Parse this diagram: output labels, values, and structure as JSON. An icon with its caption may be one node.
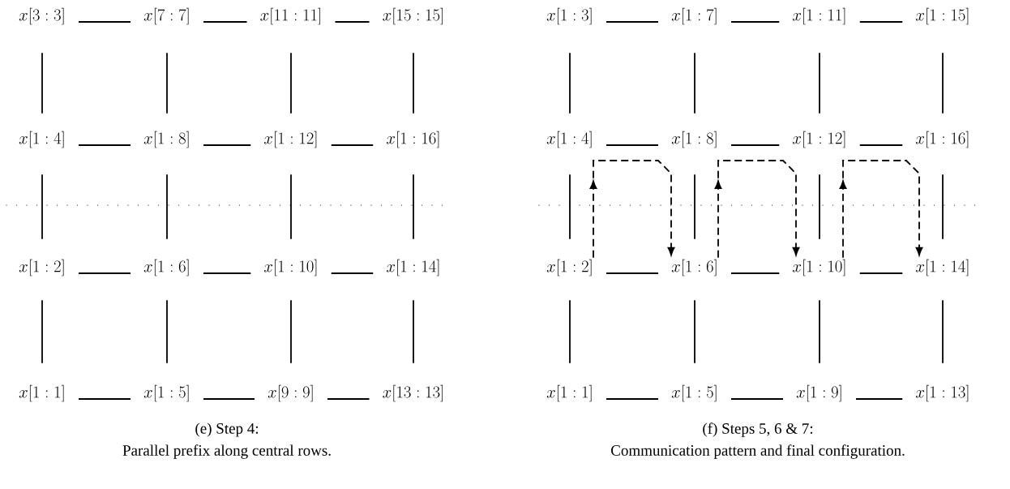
{
  "diagram": {
    "nodes": [
      {
        "text": [
          "x[3 : 3]"
        ]
      },
      {
        "text": [
          "x[7 : 7]"
        ]
      },
      {
        "text": [
          "x[11 : 11]"
        ]
      },
      {
        "text": [
          "x[15 : 15]"
        ]
      },
      {
        "text": [
          "x[1 : 4]"
        ]
      },
      {
        "text": [
          "x[1 : 8]"
        ]
      },
      {
        "text": [
          "x[1 : 12]"
        ]
      },
      {
        "text": [
          "x[1 : 16]"
        ]
      },
      {
        "text": [
          "x[1 : 2]"
        ]
      },
      {
        "text": [
          "x[1 : 6]"
        ]
      },
      {
        "text": [
          "x[1 : 10]"
        ]
      },
      {
        "text": [
          "x[1 : 14]"
        ]
      },
      {
        "text": [
          "x[1 : 1]"
        ]
      },
      {
        "text": [
          "x[1 : 5]"
        ]
      },
      {
        "text": [
          "x[9 : 9]"
        ]
      },
      {
        "text": [
          "x[13 : 13]"
        ]
      },
      {
        "text": [
          "x[1 : 3]"
        ]
      },
      {
        "text": [
          "x[1 : 7]"
        ]
      },
      {
        "text": [
          "x[1 : 11]"
        ]
      },
      {
        "text": [
          "x[1 : 15]"
        ]
      },
      {
        "text": [
          "x[1 : 4]"
        ]
      },
      {
        "text": [
          "x[1 : 8]"
        ]
      },
      {
        "text": [
          "x[1 : 12]"
        ]
      },
      {
        "text": [
          "x[1 : 16]"
        ]
      },
      {
        "text": [
          "x[1 : 2]"
        ]
      },
      {
        "text": [
          "x[1 : 6]"
        ]
      },
      {
        "text": [
          "x[1 : 10]"
        ]
      },
      {
        "text": [
          "x[1 : 14]"
        ]
      },
      {
        "text": [
          "x[1 : 1]"
        ]
      },
      {
        "text": [
          "x[1 : 5]"
        ]
      },
      {
        "text": [
          "x[1 : 9]"
        ]
      },
      {
        "text": [
          "x[1 : 13]"
        ]
      }
    ],
    "edges": [
      {
        "from": 0,
        "to": 1,
        "arrow": "none"
      },
      {
        "from": 1,
        "to": 2,
        "arrow": "none"
      },
      {
        "from": 2,
        "to": 3,
        "arrow": "none"
      },
      {
        "from": 4,
        "to": 5,
        "arrow": "none"
      },
      {
        "from": 5,
        "to": 6,
        "arrow": "none"
      },
      {
        "from": 6,
        "to": 7,
        "arrow": "none"
      },
      {
        "from": 8,
        "to": 9,
        "arrow": "none"
      },
      {
        "from": 9,
        "to": 10,
        "arrow": "none"
      },
      {
        "from": 10,
        "to": 11,
        "arrow": "none"
      },
      {
        "from": 12,
        "to": 13,
        "arrow": "none"
      },
      {
        "from": 13,
        "to": 14,
        "arrow": "none"
      },
      {
        "from": 14,
        "to": 15,
        "arrow": "none"
      },
      {
        "from": 0,
        "to": 4,
        "arrow": "none"
      },
      {
        "from": 1,
        "to": 5,
        "arrow": "none"
      },
      {
        "from": 2,
        "to": 6,
        "arrow": "none"
      },
      {
        "from": 3,
        "to": 7,
        "arrow": "none"
      },
      {
        "from": 4,
        "to": 8,
        "arrow": "none"
      },
      {
        "from": 5,
        "to": 9,
        "arrow": "none"
      },
      {
        "from": 6,
        "to": 10,
        "arrow": "none"
      },
      {
        "from": 7,
        "to": 11,
        "arrow": "none"
      },
      {
        "from": 8,
        "to": 12,
        "arrow": "none"
      },
      {
        "from": 9,
        "to": 13,
        "arrow": "none"
      },
      {
        "from": 10,
        "to": 14,
        "arrow": "none"
      },
      {
        "from": 11,
        "to": 15,
        "arrow": "none"
      },
      {
        "from": 16,
        "to": 17,
        "arrow": "none"
      },
      {
        "from": 17,
        "to": 18,
        "arrow": "none"
      },
      {
        "from": 18,
        "to": 19,
        "arrow": "none"
      },
      {
        "from": 20,
        "to": 21,
        "arrow": "none"
      },
      {
        "from": 21,
        "to": 22,
        "arrow": "none"
      },
      {
        "from": 22,
        "to": 23,
        "arrow": "none"
      },
      {
        "from": 24,
        "to": 25,
        "arrow": "none"
      },
      {
        "from": 25,
        "to": 26,
        "arrow": "none"
      },
      {
        "from": 26,
        "to": 27,
        "arrow": "none"
      },
      {
        "from": 28,
        "to": 29,
        "arrow": "none"
      },
      {
        "from": 29,
        "to": 30,
        "arrow": "none"
      },
      {
        "from": 30,
        "to": 31,
        "arrow": "none"
      },
      {
        "from": 16,
        "to": 20,
        "arrow": "none"
      },
      {
        "from": 17,
        "to": 21,
        "arrow": "none"
      },
      {
        "from": 18,
        "to": 22,
        "arrow": "none"
      },
      {
        "from": 19,
        "to": 23,
        "arrow": "none"
      },
      {
        "from": 20,
        "to": 24,
        "arrow": "none"
      },
      {
        "from": 21,
        "to": 25,
        "arrow": "none"
      },
      {
        "from": 22,
        "to": 26,
        "arrow": "none"
      },
      {
        "from": 23,
        "to": 27,
        "arrow": "none"
      },
      {
        "from": 24,
        "to": 28,
        "arrow": "none"
      },
      {
        "from": 25,
        "to": 29,
        "arrow": "none"
      },
      {
        "from": 26,
        "to": 30,
        "arrow": "none"
      },
      {
        "from": 27,
        "to": 31,
        "arrow": "none"
      },
      {
        "from": 24,
        "to": 25,
        "arrow": "to",
        "style": "dashed"
      },
      {
        "from": 25,
        "to": 26,
        "arrow": "to",
        "style": "dashed"
      },
      {
        "from": 26,
        "to": 27,
        "arrow": "to",
        "style": "dashed"
      }
    ],
    "labels": [
      "(e) Step 4:",
      "Parallel prefix along central rows.",
      "(f) Steps 5, 6 & 7:",
      "Communication pattern and final configuration."
    ]
  }
}
